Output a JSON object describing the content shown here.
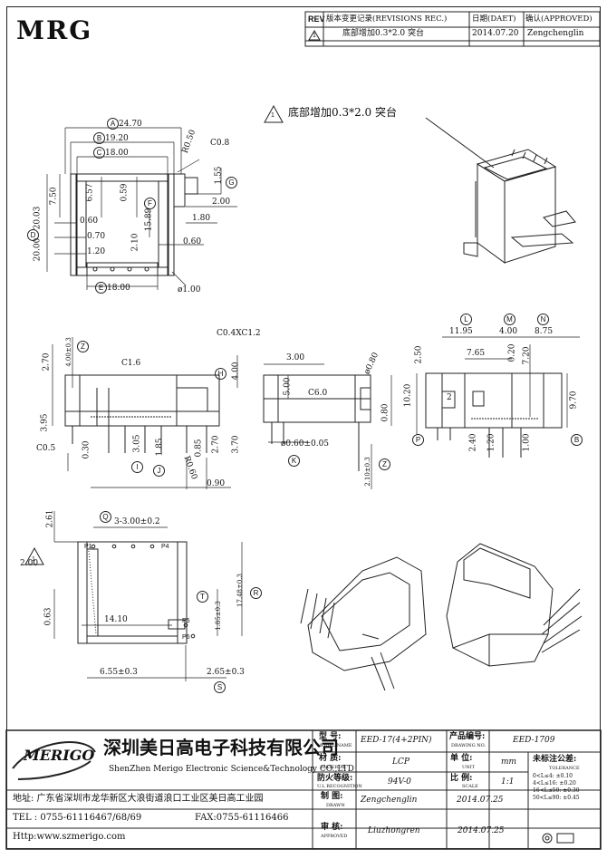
{
  "logo": {
    "text": "MRG"
  },
  "revision": {
    "col_rev": "REV",
    "col_record": "版本变更记录(REVISIONS REC.)",
    "col_date": "日期(DAET)",
    "col_approved": "确认(APPROVED)",
    "row": {
      "rev": "1",
      "record": "底部增加0.3*2.0 突台",
      "date": "2014.07.20",
      "approved": "Zengchenglin"
    }
  },
  "note": {
    "rev": "1",
    "text": "底部增加0.3*2.0 突台"
  },
  "front_view": {
    "A": "A",
    "A_dim": "24.70",
    "B": "B",
    "B_dim": "19.20",
    "C": "C",
    "C_dim": "18.00",
    "R": "R0.50",
    "C08": "C0.8",
    "d155": "1.55",
    "G": "G",
    "d657": "6.57",
    "d059": "0.59",
    "F": "F",
    "d1589": "15.89",
    "d200": "2.00",
    "d750": "7.50",
    "d060a": "0.60",
    "d180": "1.80",
    "D": "D",
    "d2003": "20.03",
    "d2000": "20.00",
    "d070": "0.70",
    "d210": "2.10",
    "d060b": "0.60",
    "d120": "1.20",
    "E": "E",
    "E_dim": "18.00",
    "phi100": "ø1.00"
  },
  "side_left": {
    "Z": "Z",
    "d400": "4.00±0.3",
    "d270": "2.70",
    "C16": "C1.6",
    "C04": "C0.4XC1.2",
    "H": "H",
    "H_dim": "4.00",
    "d395": "3.95",
    "C05": "C0.5",
    "d030": "0.30",
    "I": "I",
    "d305": "3.05",
    "J": "J",
    "d185": "1.85",
    "R060": "R0.60",
    "d085": "0.85",
    "d270b": "2.70",
    "d370": "3.70",
    "d090": "0.90"
  },
  "side_mid": {
    "d300": "3.00",
    "phi080": "ø0.80",
    "d500": "5.00",
    "C60": "C6.0",
    "d080": "0.80",
    "phi060": "ø0.60±0.05",
    "K": "K",
    "Z2": "Z",
    "d210": "2.10±0.3"
  },
  "side_right": {
    "L": "L",
    "L_dim": "11.95",
    "M": "M",
    "M_dim": "4.00",
    "N": "N",
    "N_dim": "8.75",
    "d765": "7.65",
    "d250": "2.50",
    "d020": "0.20",
    "d720": "7.20",
    "d1020": "10.20",
    "badge2": "2",
    "d970": "9.70",
    "P": "P",
    "B2": "B",
    "d240": "2.40",
    "d120": "1.20",
    "d100": "1.00"
  },
  "bottom_view": {
    "Q": "Q",
    "pitch": "3-3.00±0.2",
    "d261": "2.61",
    "rev": "1",
    "d200": "2.00",
    "p1": "P1",
    "p4": "P4",
    "p5": "P5",
    "p6": "P6",
    "T": "T",
    "T_dim": "1.85±0.3",
    "R": "R",
    "R_dim": "17.48±0.3",
    "d063": "0.63",
    "d1410": "14.10",
    "d655": "6.55±0.3",
    "d265": "2.65±0.3",
    "S": "S"
  },
  "title_block": {
    "company_cn": "深圳美日高电子科技有限公司",
    "company_en": "ShenZhen Merigo Electronic Science&Technology CO.,LTD",
    "brand": "MERIGO",
    "address": "地址: 广东省深圳市龙华新区大浪街道浪口工业区美日高工业园",
    "tel": "TEL : 0755-61116467/68/69",
    "fax": "FAX:0755-61116466",
    "http": "Http:www.szmerigo.com",
    "model_label": "型 号:",
    "model_sub": "MODEL NAME",
    "model_value": "EED-17(4+2PIN)",
    "drawing_label": "产品编号:",
    "drawing_sub": "DRAWING NO.",
    "drawing_value": "EED-1709",
    "material_label": "材 质:",
    "material_sub": "MATERIAL",
    "material_value": "LCP",
    "unit_label": "单 位:",
    "unit_sub": "UNIT",
    "unit_value": "mm",
    "ul_label": "防火等级:",
    "ul_sub": "U.L RECOGNITION",
    "ul_value": "94V-0",
    "scale_label": "比 例:",
    "scale_sub": "SCALE",
    "scale_value": "1:1",
    "drawn_label": "制 图:",
    "drawn_sub": "DRAWN",
    "drawn_name": "Zengchenglin",
    "drawn_date": "2014.07.25",
    "approved_label": "审 核:",
    "approved_sub": "APPROVED",
    "approved_name": "Liuzhongren",
    "approved_date": "2014.07.25",
    "tol_title": "未标注公差:",
    "tol_sub": "TOLERANCE",
    "tol": [
      "0<L≤4:  ±0.10",
      "4<L≤16: ±0.20",
      "16<L≤50: ±0.30",
      "50<L≤90: ±0.45"
    ]
  }
}
